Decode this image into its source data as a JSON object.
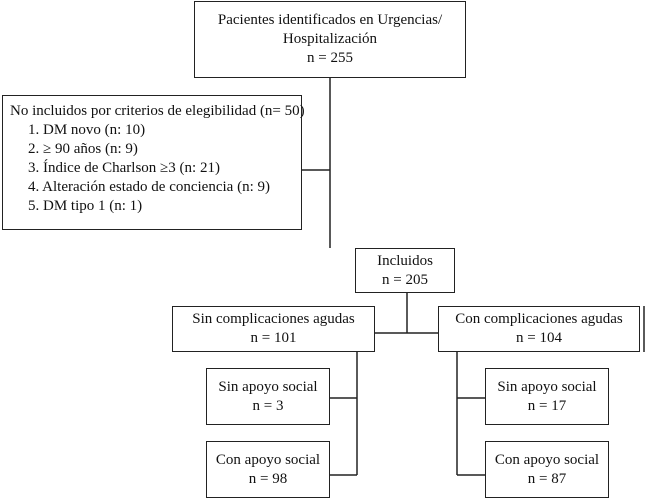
{
  "identified": {
    "title_line1": "Pacientes identificados en Urgencias/",
    "title_line2": "Hospitalización",
    "n": "n = 255"
  },
  "excluded": {
    "title": "No incluidos por criterios de elegibilidad (n= 50)",
    "items": [
      "1. DM novo (n: 10)",
      "2. ≥ 90 años (n: 9)",
      "3. Índice de Charlson ≥3 (n: 21)",
      "4. Alteración estado de conciencia (n: 9)",
      "5. DM tipo 1 (n: 1)"
    ]
  },
  "included": {
    "title": "Incluidos",
    "n": "n = 205"
  },
  "no_complications": {
    "title": "Sin complicaciones agudas",
    "n": "n = 101",
    "no_support": {
      "title": "Sin apoyo social",
      "n": "n = 3"
    },
    "support": {
      "title": "Con apoyo social",
      "n": "n = 98"
    }
  },
  "complications": {
    "title": "Con complicaciones agudas",
    "n": "n = 104",
    "no_support": {
      "title": "Sin apoyo social",
      "n": "n = 17"
    },
    "support": {
      "title": "Con apoyo social",
      "n": "n = 87"
    }
  }
}
